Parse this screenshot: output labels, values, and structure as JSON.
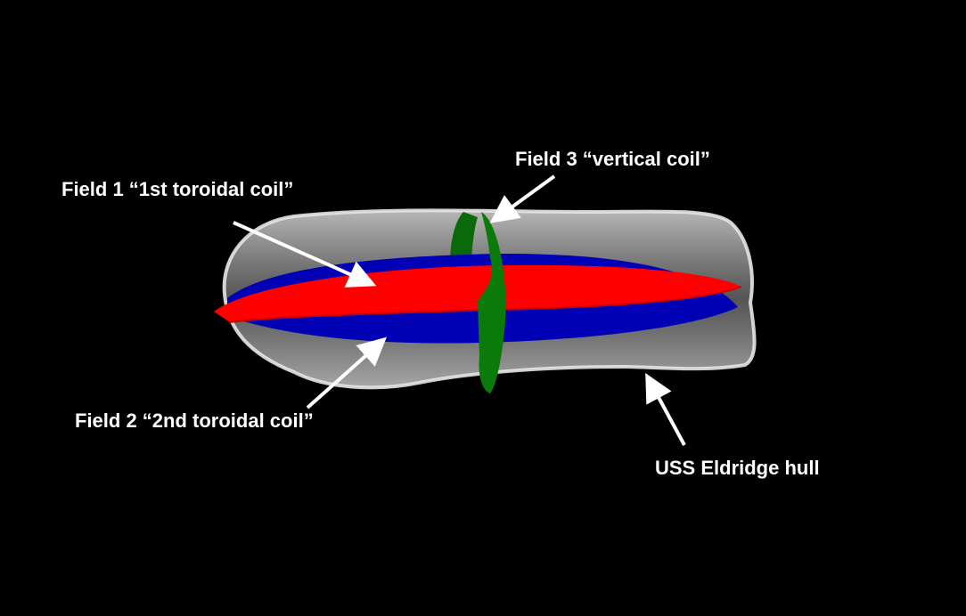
{
  "labels": {
    "field_1": "Field 1 “1st toroidal coil”",
    "field_2": "Field 2 “2nd toroidal coil”",
    "field_3": "Field 3 “vertical coil”",
    "hull": "USS Eldridge hull"
  },
  "colors": {
    "background": "#000000",
    "hull": "#c8c8c8",
    "field_1": "#ff0000",
    "field_2": "#0000b4",
    "field_3": "#0a7a0a",
    "text": "#ffffff"
  }
}
